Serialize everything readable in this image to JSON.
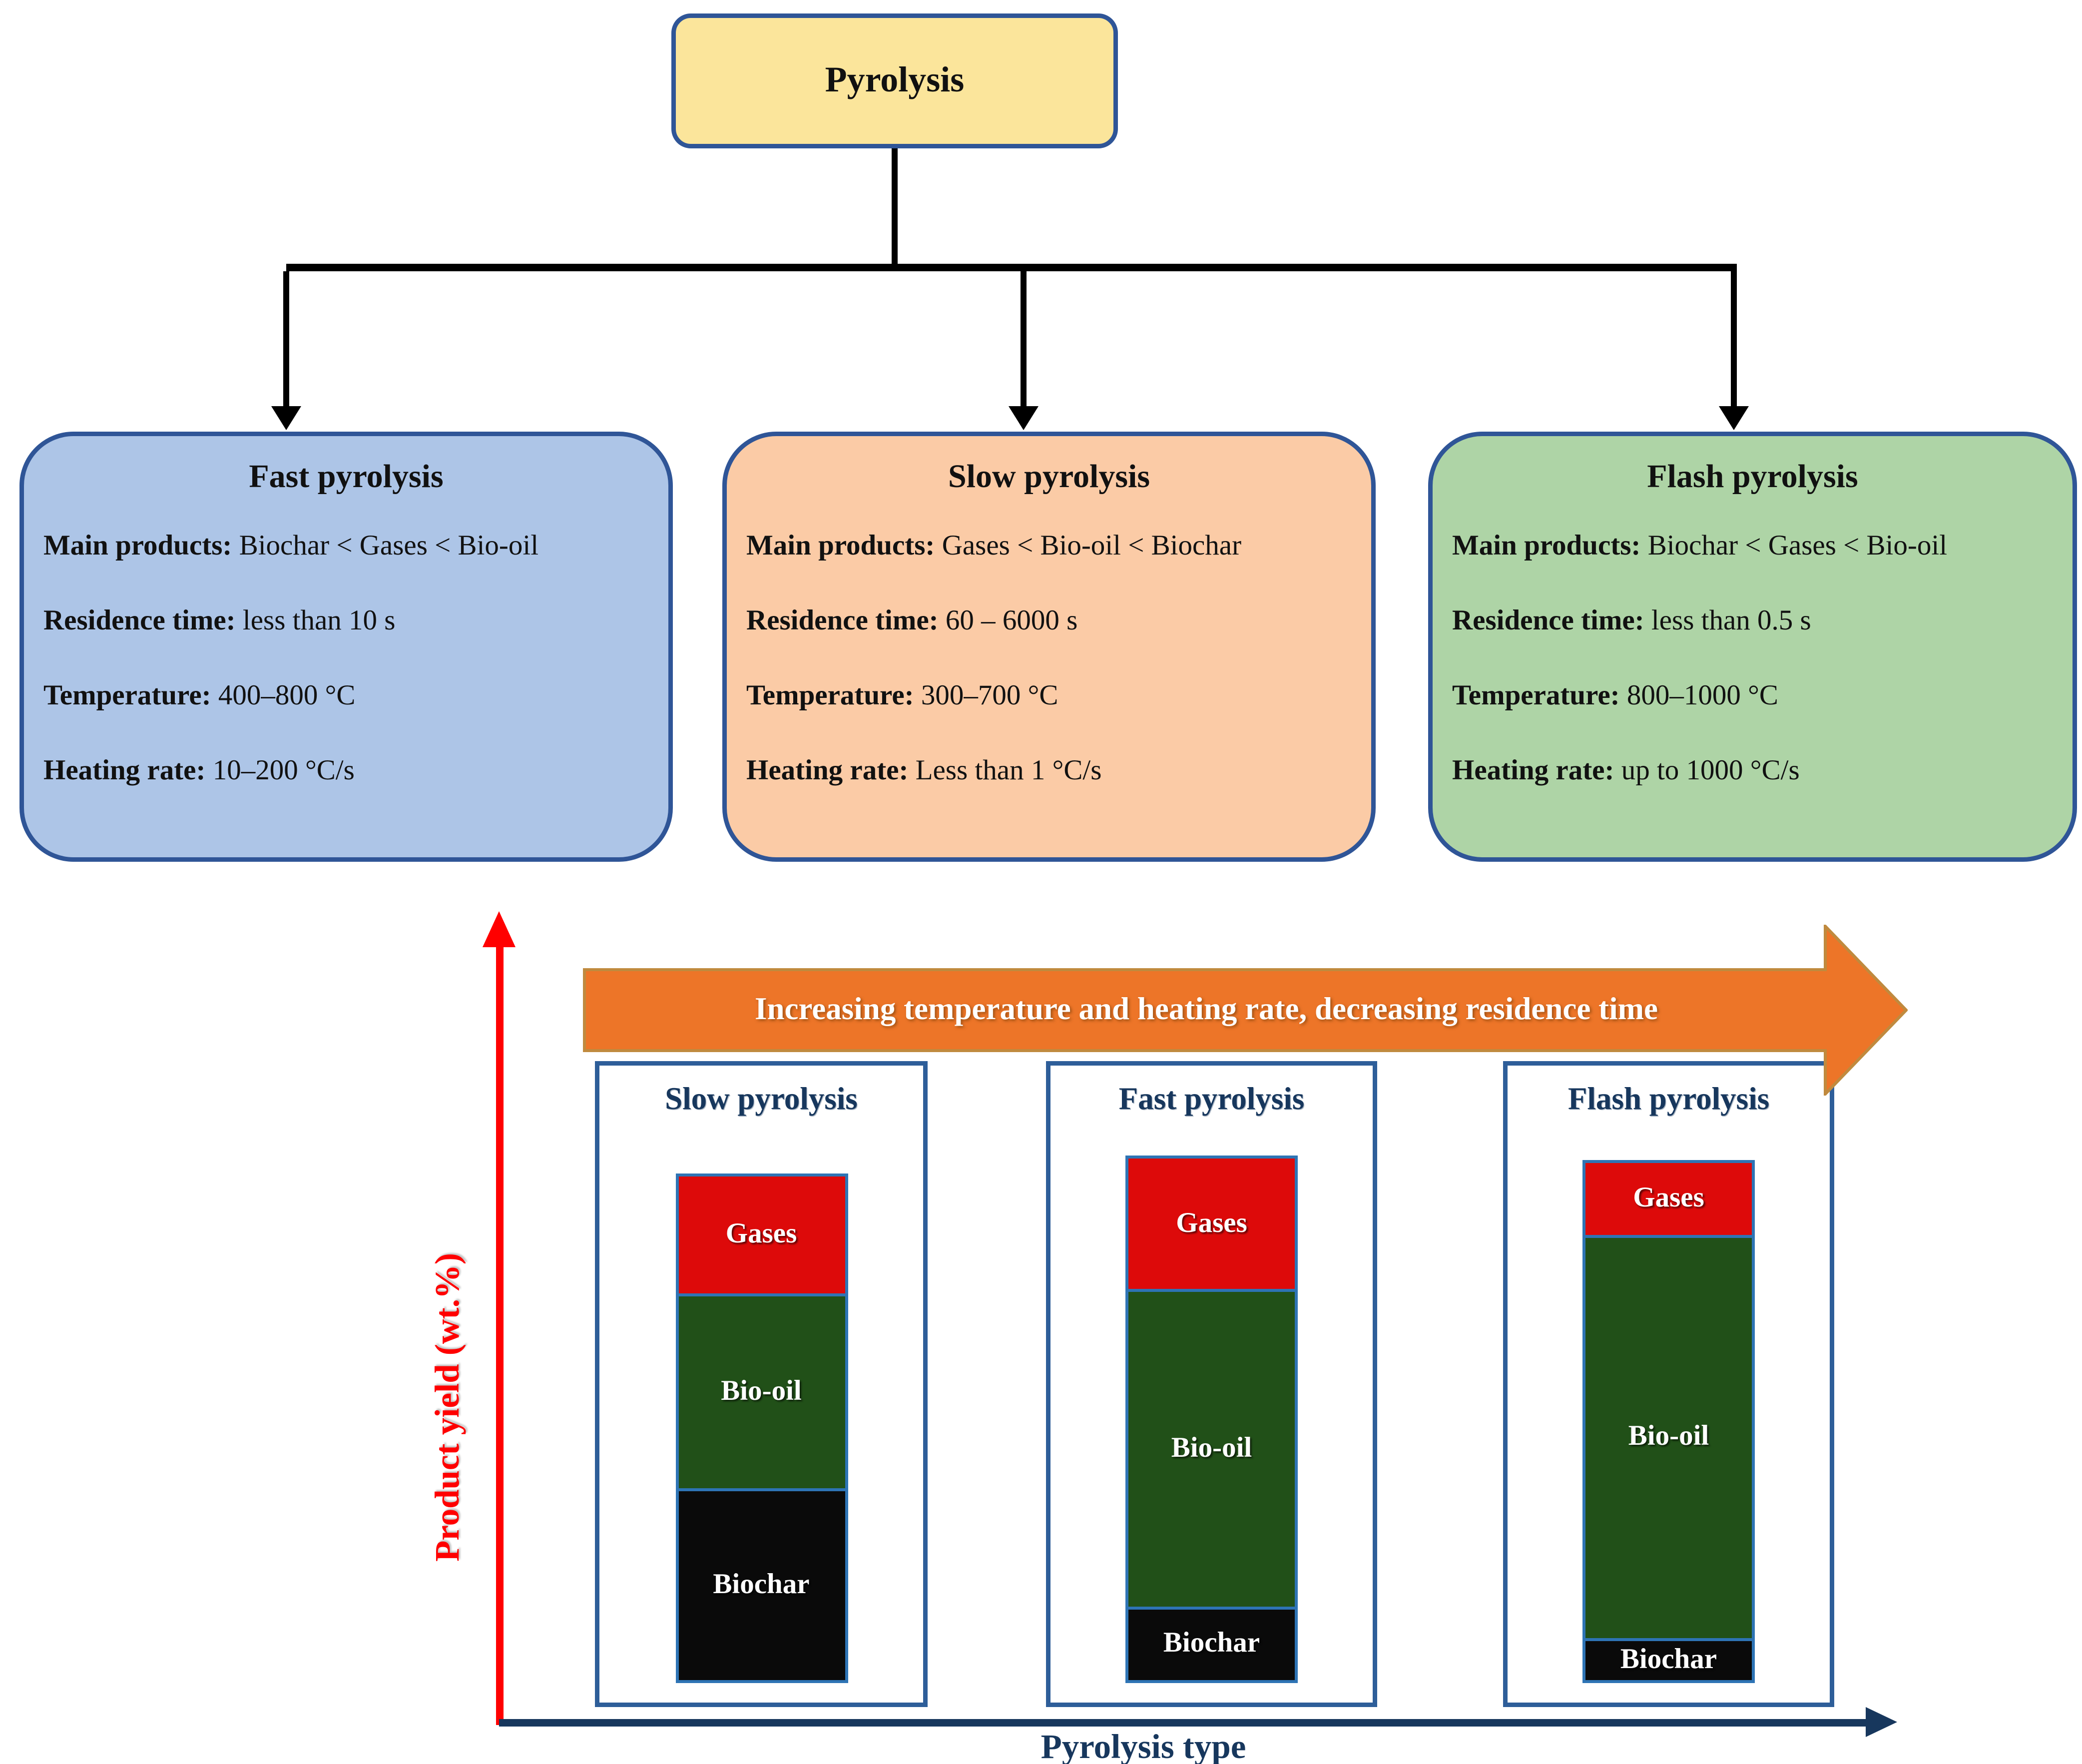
{
  "title_box": {
    "label": "Pyrolysis"
  },
  "type_boxes": [
    {
      "title": "Fast pyrolysis",
      "fill": "#adc5e7",
      "fields": [
        {
          "label": "Main products:",
          "value": "Biochar < Gases < Bio-oil"
        },
        {
          "label": "Residence time:",
          "value": "less than 10 s"
        },
        {
          "label": "Temperature:",
          "value": "400–800 °C"
        },
        {
          "label": "Heating rate:",
          "value": "10–200 °C/s"
        }
      ]
    },
    {
      "title": "Slow pyrolysis",
      "fill": "#fbcba6",
      "fields": [
        {
          "label": "Main products:",
          "value": "Gases < Bio-oil < Biochar"
        },
        {
          "label": "Residence time:",
          "value": "60 – 6000 s"
        },
        {
          "label": "Temperature:",
          "value": "300–700 °C"
        },
        {
          "label": "Heating rate:",
          "value": "Less than 1 °C/s"
        }
      ]
    },
    {
      "title": "Flash pyrolysis",
      "fill": "#aed4a6",
      "fields": [
        {
          "label": "Main products:",
          "value": "Biochar < Gases < Bio-oil"
        },
        {
          "label": "Residence time:",
          "value": "less than 0.5 s"
        },
        {
          "label": "Temperature:",
          "value": "800–1000 °C"
        },
        {
          "label": "Heating rate:",
          "value": "up to 1000 °C/s"
        }
      ]
    }
  ],
  "banner": {
    "text": "Increasing temperature and heating rate, decreasing residence time",
    "fill": "#ed7528",
    "border": "#c08a3e"
  },
  "axes": {
    "y_label": "Product yield (wt.%)",
    "x_label": "Pyrolysis type",
    "y_color": "#ff0000",
    "x_color": "#17375d"
  },
  "panels": [
    {
      "title": "Slow pyrolysis",
      "bar_height_pct": 96,
      "segments": [
        {
          "name": "Gases",
          "pct": 23.4
        },
        {
          "name": "Bio-oil",
          "pct": 38.6
        },
        {
          "name": "Biochar",
          "pct": 38.0
        }
      ]
    },
    {
      "title": "Fast pyrolysis",
      "bar_height_pct": 99.5,
      "segments": [
        {
          "name": "Gases",
          "pct": 25.4
        },
        {
          "name": "Bio-oil",
          "pct": 60.8
        },
        {
          "name": "Biochar",
          "pct": 13.8
        }
      ]
    },
    {
      "title": "Flash pyrolysis",
      "bar_height_pct": 98.5,
      "segments": [
        {
          "name": "Gases",
          "pct": 14.0
        },
        {
          "name": "Bio-oil",
          "pct": 78.3
        },
        {
          "name": "Biochar",
          "pct": 7.7
        }
      ]
    }
  ],
  "segment_colors": {
    "Gases": "#dd0a0a",
    "Bio-oil": "#215018",
    "Biochar": "#0a0a0a"
  },
  "chart_data": {
    "type": "bar",
    "stacked": true,
    "categories": [
      "Slow pyrolysis",
      "Fast pyrolysis",
      "Flash pyrolysis"
    ],
    "series": [
      {
        "name": "Gases",
        "values": [
          23,
          25,
          14
        ]
      },
      {
        "name": "Bio-oil",
        "values": [
          39,
          61,
          78
        ]
      },
      {
        "name": "Biochar",
        "values": [
          38,
          14,
          8
        ]
      }
    ],
    "unit": "wt.%",
    "xlabel": "Pyrolysis type",
    "ylabel": "Product yield (wt.%)",
    "annotation": "Increasing temperature and heating rate, decreasing residence time",
    "note": "Qualitative stacked bars; axes have no numeric tick labels"
  }
}
